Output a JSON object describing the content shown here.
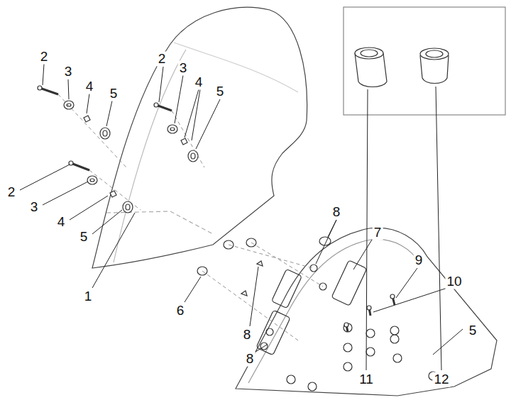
{
  "diagram": {
    "labels": [
      "2",
      "3",
      "4",
      "5",
      "2",
      "3",
      "4",
      "5",
      "2",
      "3",
      "4",
      "5",
      "1",
      "6",
      "8",
      "7",
      "9",
      "10",
      "5",
      "8",
      "8",
      "11",
      "12"
    ]
  }
}
